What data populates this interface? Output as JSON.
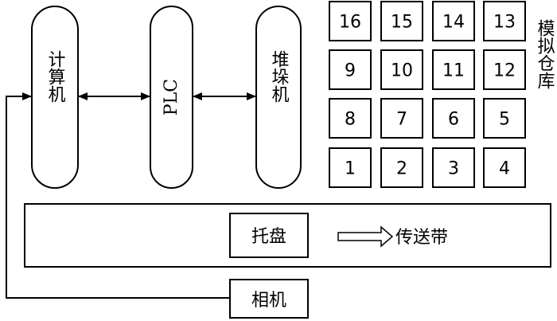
{
  "nodes": {
    "computer": "计算机",
    "plc": "PLC",
    "stacker": "堆垛机",
    "warehouse_label": "模拟仓库",
    "tray": "托盘",
    "conveyor": "传送带",
    "camera": "相机"
  },
  "warehouse_cells": [
    [
      "16",
      "15",
      "14",
      "13"
    ],
    [
      "9",
      "10",
      "11",
      "12"
    ],
    [
      "8",
      "7",
      "6",
      "5"
    ],
    [
      "1",
      "2",
      "3",
      "4"
    ]
  ]
}
